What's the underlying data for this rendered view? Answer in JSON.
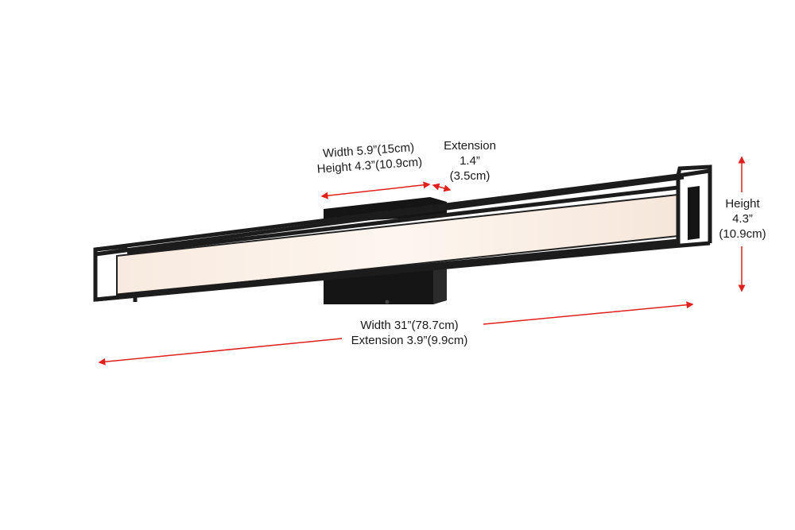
{
  "backplate_dims": {
    "line1": "Width 5.9”(15cm)",
    "line2": "Height 4.3”(10.9cm)"
  },
  "backplate_extension": {
    "line1": "Extension",
    "line2": "1.4”",
    "line3": "(3.5cm)"
  },
  "fixture_height": {
    "line1": "Height",
    "line2": "4.3”",
    "line3": "(10.9cm)"
  },
  "fixture_width": {
    "line1": "Width 31”(78.7cm)",
    "line2": "Extension 3.9”(9.9cm)"
  },
  "colors": {
    "dimension_line": "#e0201c",
    "frame": "#1c1c1c",
    "diffuser": "#fbf1e8"
  }
}
